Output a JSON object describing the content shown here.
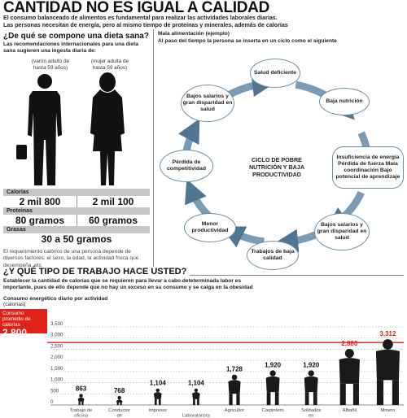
{
  "header": {
    "title": "CANTIDAD NO ES IGUAL A CALIDAD",
    "intro_1": "El consumo balanceado de alimentos es fundamental para realizar las actividades laborales diarias.",
    "intro_2": "Las personas necesitan de energía, pero al mismo tiempo de proteínas y minerales, además de calorías"
  },
  "left": {
    "heading": "¿De qué se compone una dieta sana?",
    "desc": "Las recomendaciones internacionales para una dieta sana sugieren una ingesta diaria de:",
    "male_label": "(varón adulto de hasta 59 años)",
    "female_label": "(mujer adulta de hasta 59 años)",
    "calorias_label": "Calorías",
    "calorias_male": "2 mil 800",
    "calorias_female": "2 mil 100",
    "proteinas_label": "Proteinas",
    "proteinas_male": "80 gramos",
    "proteinas_female": "60 gramos",
    "grasas_label": "Grasas",
    "grasas_value": "30 a 50 gramos",
    "note": "El requerimiento calórico de una persona depende de diversos factores: el sexo, la edad, la actividad física que desempeña, etc."
  },
  "cycle": {
    "heading": "Mala alimentación (ejemplo)",
    "subheading": "Al paso del tiempo la persona se inserta en un ciclo como el siguiente",
    "center": "CICLO DE POBRE NUTRICIÓN Y BAJA PRODUCTIVIDAD",
    "nodes": [
      "Salud deficiente",
      "Baja nutrición",
      "Insuficiencia de energía Pérdida de fuerza Mala coordinación Bajo potencial de aprendizaje",
      "Bajos salarios y gran disparidad en salud",
      "Trabajos de baja calidad",
      "Menor productividad",
      "Pérdida de competitividad",
      "Bajos salarios y gran disparidad en salud"
    ],
    "colors": {
      "arrow": "#7a9bb3",
      "arrow_dark": "#4f7590"
    }
  },
  "bottom": {
    "heading": "¿Y QUÉ TIPO DE TRABAJO HACE USTED?",
    "desc_1": "Establecer la cantidad de calorías que se requieren para llevar a cabo deteterminada labor es",
    "desc_2": "importante, pues de ello depende que no hay un exceso en su consumo y se caiga en la obesidad",
    "chart_title": "Consumo energético diario por actividad",
    "chart_unit": "(calorías)",
    "avg_label": "Consumo promedio de calorías",
    "avg_value": "2,800"
  },
  "chart_data": {
    "type": "bar",
    "title": "Consumo energético diario por actividad",
    "ylabel": "(calorías)",
    "ylim": [
      0,
      3500
    ],
    "yticks": [
      "3,500",
      "3,000",
      "2,500",
      "2,000",
      "1,500",
      "1,000",
      "500",
      "0"
    ],
    "categories": [
      "Trabajo de oficina",
      "Conductor de camiones",
      "Impresor",
      "Laboratorista",
      "Agricultor",
      "Carpintero",
      "Soldados en patrulla",
      "Albañil",
      "Minero"
    ],
    "values": [
      863,
      768,
      1104,
      1104,
      1728,
      1920,
      1920,
      2880,
      3312
    ],
    "value_labels": [
      "863",
      "768",
      "1,104",
      "1,104",
      "1,728",
      "1,920",
      "1,920",
      "2,880",
      "3,312"
    ],
    "reference_line": {
      "label": "Consumo promedio de calorías",
      "value": 2800
    },
    "highlight_color": "#e0211a",
    "figure_color": "#1a1a1a"
  }
}
